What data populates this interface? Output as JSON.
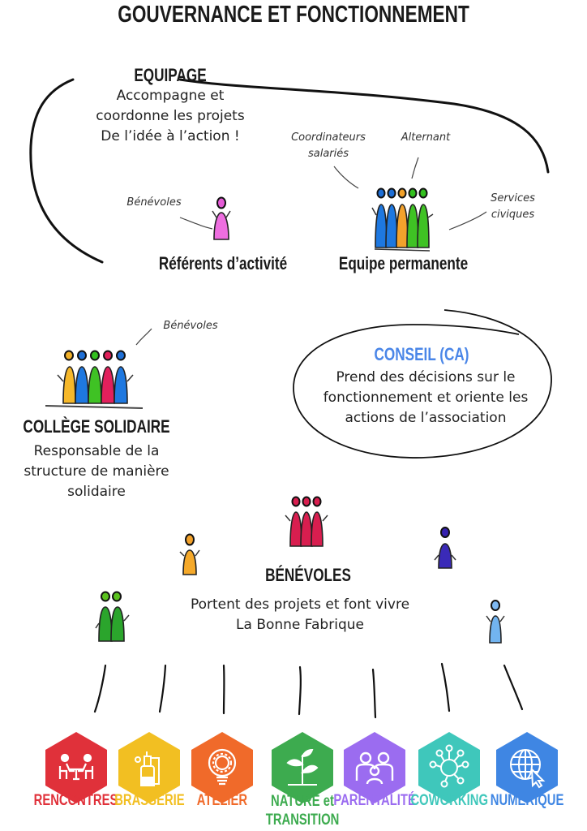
{
  "title": "GOUVERNANCE ET FONCTIONNEMENT",
  "equipage": {
    "heading": "EQUIPAGE",
    "lines": [
      "Accompagne et",
      "coordonne les projets",
      "De l’idée à l’action !"
    ],
    "groups": {
      "referents": {
        "label": "Référents d’activité",
        "note": "Bénévoles"
      },
      "equipe": {
        "label": "Equipe permanente",
        "notes": {
          "coordinateurs": [
            "Coordinateurs",
            "salariés"
          ],
          "alternant": "Alternant",
          "services": [
            "Services",
            "civiques"
          ]
        }
      }
    }
  },
  "college": {
    "heading": "COLLÈGE SOLIDAIRE",
    "note": "Bénévoles",
    "lines": [
      "Responsable de la",
      "structure de manière",
      "solidaire"
    ]
  },
  "conseil": {
    "heading": "CONSEIL (CA)",
    "lines": [
      "Prend des décisions sur le",
      "fonctionnement et oriente les",
      "actions de l’association"
    ],
    "accent": "#4a86e8"
  },
  "benevoles": {
    "heading": "BÉNÉVOLES",
    "lines": [
      "Portent des projets et font vivre",
      "La Bonne Fabrique"
    ]
  },
  "activities": [
    {
      "label": "RENCONTRES",
      "icon": "meeting-table-icon",
      "color": "#e0313a"
    },
    {
      "label": "BRASSERIE",
      "icon": "brewing-bottle-icon",
      "color": "#f2bf22"
    },
    {
      "label": "ATELIER",
      "icon": "lightbulb-gear-icon",
      "color": "#f06a2a"
    },
    {
      "label": "NATURE et",
      "label2": "TRANSITION",
      "icon": "plant-sprout-icon",
      "color": "#3dab4f"
    },
    {
      "label": "PARENTALITÉ",
      "icon": "family-icon",
      "color": "#9b6cf0"
    },
    {
      "label": "COWORKING",
      "icon": "network-hub-icon",
      "color": "#3fc7bb"
    },
    {
      "label": "NUMÉRIQUE",
      "icon": "globe-cursor-icon",
      "color": "#3f86e3"
    }
  ]
}
